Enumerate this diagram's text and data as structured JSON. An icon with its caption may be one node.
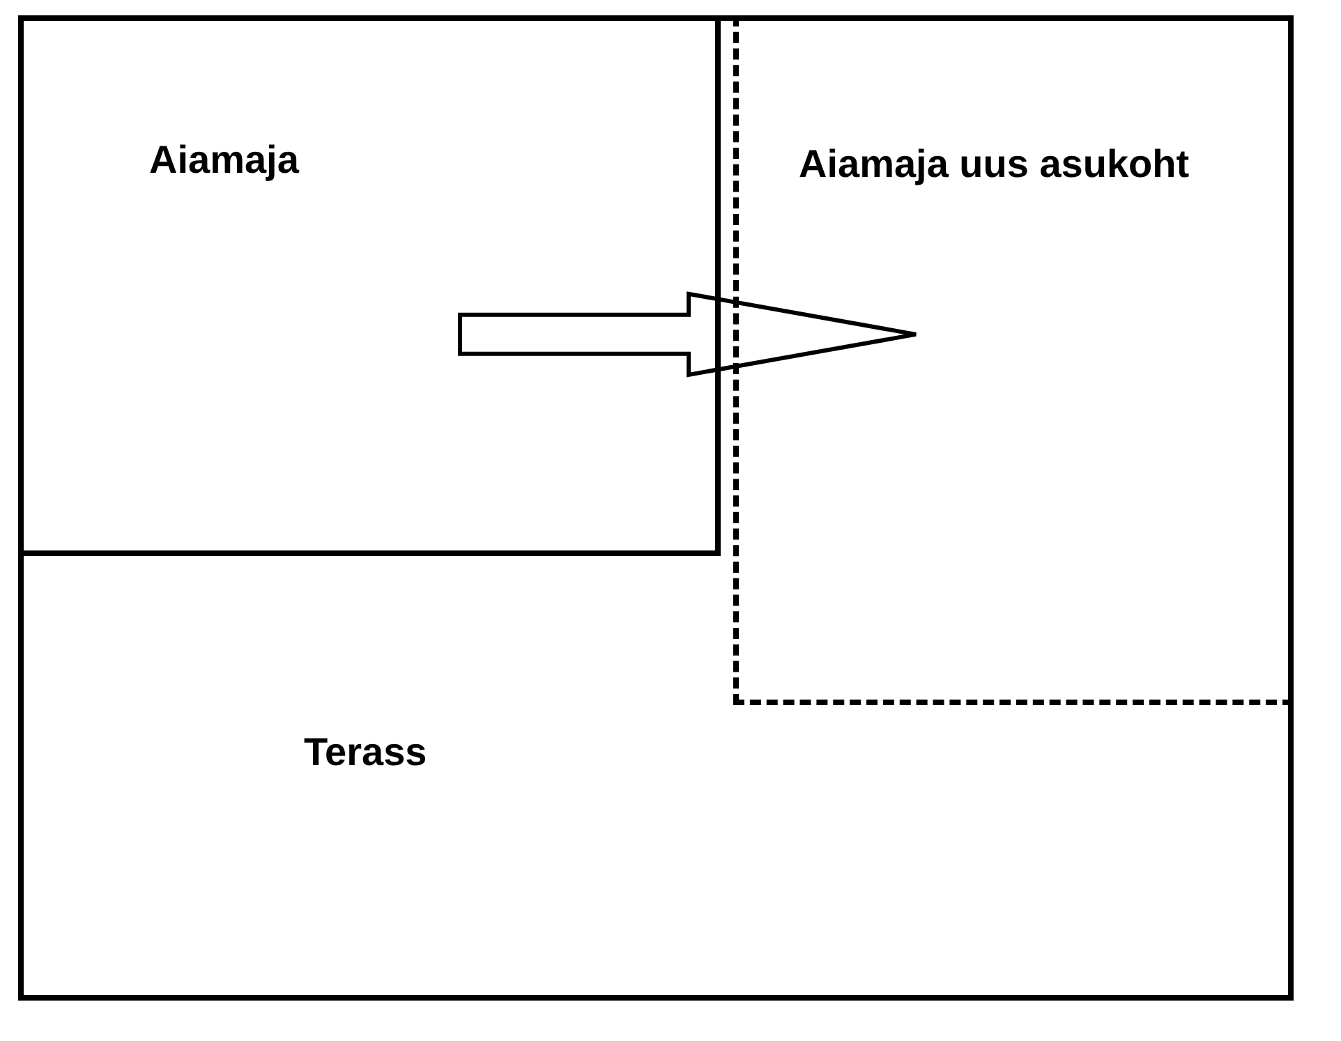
{
  "diagram": {
    "nodes": [
      {
        "text": [
          "Terass"
        ]
      },
      {
        "text": [
          "Aiamaja"
        ],
        "in": 0
      },
      {
        "text": [
          "Aiamaja uus asukoht"
        ],
        "in": 0
      }
    ],
    "edges": [
      {
        "from": 1,
        "to": 2,
        "arrow": "to",
        "style": "thick"
      }
    ]
  }
}
